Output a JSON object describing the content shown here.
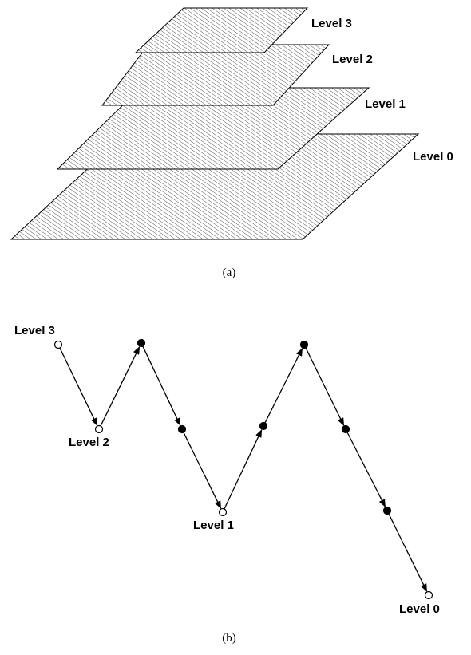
{
  "panel_a": {
    "labels": [
      "Level 3",
      "Level 2",
      "Level 1",
      "Level 0"
    ],
    "caption": "(a)"
  },
  "panel_b": {
    "labels": [
      "Level 3",
      "Level 2",
      "Level 1",
      "Level 0"
    ],
    "caption": "(b)"
  },
  "colors": {
    "ink": "#000000",
    "background": "#ffffff"
  }
}
